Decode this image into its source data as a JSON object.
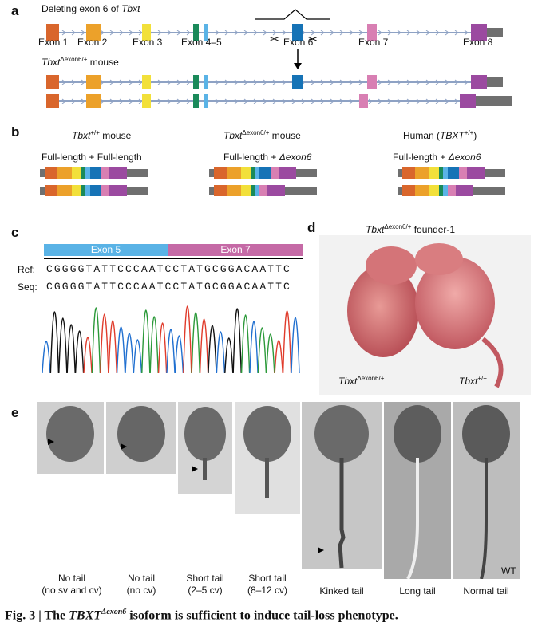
{
  "panel_a": {
    "letter": "a",
    "title_prefix": "Deleting exon 6 of ",
    "title_gene": "Tbxt",
    "exon_labels": [
      "Exon 1",
      "Exon 2",
      "Exon 3",
      "Exon 4–5",
      "Exon 6",
      "Exon 7",
      "Exon 8"
    ],
    "mouse_gene": "Tbxt",
    "mouse_sup": "Δexon6/+",
    "mouse_suffix": " mouse",
    "colors": {
      "exon1": "#d9662c",
      "exon2": "#eca12a",
      "exon3": "#f2e03a",
      "exon4": "#1a8a5a",
      "exon5": "#5ab3e6",
      "exon6": "#1673b6",
      "exon7": "#d87fb3",
      "exon8": "#9b4aa0"
    }
  },
  "panel_b": {
    "letter": "b",
    "col1_gene": "Tbxt",
    "col1_sup": "+/+",
    "col1_suffix": " mouse",
    "col2_gene": "Tbxt",
    "col2_sup": "Δexon6/+",
    "col2_suffix": " mouse",
    "col3_prefix": "Human (",
    "col3_gene": "TBXT",
    "col3_sup": "+/+",
    "col3_suffix": ")",
    "iso1": "Full-length + Full-length",
    "iso2_prefix": "Full-length + ",
    "iso2_italic": "Δexon6",
    "iso3_prefix": "Full-length + ",
    "iso3_italic": "Δexon6"
  },
  "panel_c": {
    "letter": "c",
    "exon_left": "Exon 5",
    "exon_right": "Exon 7",
    "ref_label": "Ref:",
    "seq_label": "Seq:",
    "ref_seq": "CGGGGTATTCCCAATCCTATGCGGACAATTC",
    "seq_seq": "CGGGGTATTCCCAATCCTATGCGGACAATTC",
    "bar_colors": {
      "exon5": "#5ab3e6",
      "exon7": "#c56aa6"
    }
  },
  "panel_d": {
    "letter": "d",
    "title_gene": "Tbxt",
    "title_sup": "Δexon6/+",
    "title_suffix": " founder-1",
    "left_gene": "Tbxt",
    "left_sup": "Δexon6/+",
    "right_gene": "Tbxt",
    "right_sup": "+/+"
  },
  "panel_e": {
    "letter": "e",
    "captions": [
      [
        "No tail",
        "(no sv and cv)"
      ],
      [
        "No tail",
        "(no cv)"
      ],
      [
        "Short tail",
        "(2–5 cv)"
      ],
      [
        "Short tail",
        "(8–12 cv)"
      ],
      [
        "Kinked tail",
        ""
      ],
      [
        "Long tail",
        ""
      ],
      [
        "Normal tail",
        ""
      ]
    ],
    "wt_label": "WT"
  },
  "caption": {
    "prefix": "Fig. 3 | The ",
    "gene": "TBXT",
    "sup": "Δexon6",
    "suffix": " isoform is sufficient to induce tail-loss phenotype."
  }
}
